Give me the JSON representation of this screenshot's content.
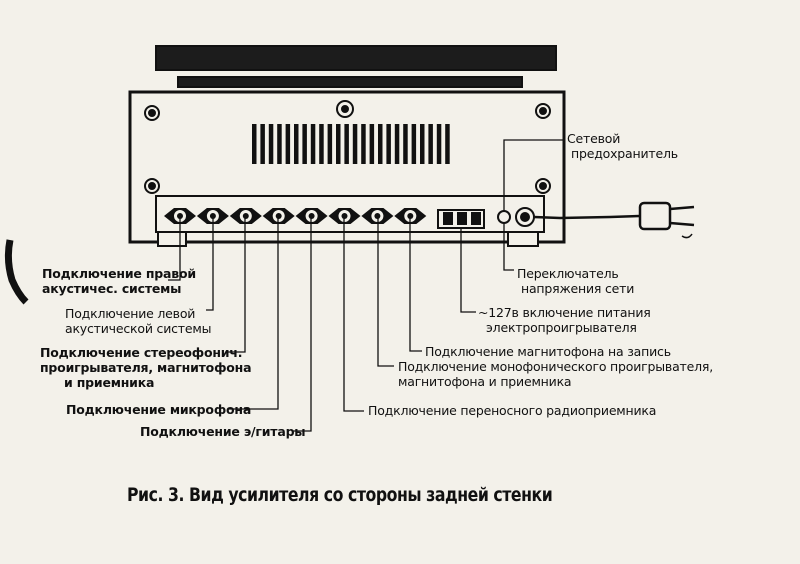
{
  "colors": {
    "paper": "#f3f1ea",
    "ink": "#111111"
  },
  "labels": {
    "fuse": [
      "Сетевой",
      "предохранитель"
    ],
    "voltage_switch": [
      "Переключатель",
      "напряжения сети"
    ],
    "turntable_power": [
      "~127в включение питания",
      "электропроигрывателя"
    ],
    "tape_record": "Подключение магнитофона на запись",
    "mono": [
      "Подключение монофонического проигрывателя,",
      "магнитофона и приемника"
    ],
    "radio": "Подключение переносного радиоприемника",
    "right_speaker": [
      "Подключение правой",
      "акустичес. системы"
    ],
    "left_speaker": [
      "Подключение левой",
      "акустической системы"
    ],
    "stereo": [
      "Подключение стереофонич.",
      "проигрывателя, магнитофона",
      "и приемника"
    ],
    "microphone": "Подключение микрофона",
    "guitar": "Подключение э/гитары"
  },
  "caption": "Рис. 3. Вид усилителя со стороны задней стенки"
}
